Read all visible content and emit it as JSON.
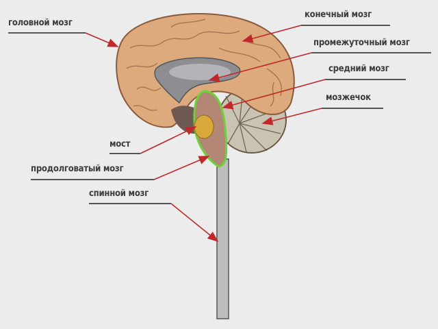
{
  "labels": {
    "brain": "головной мозг",
    "telencephalon": "конечный мозг",
    "diencephalon": "промежуточный мозг",
    "midbrain": "средний мозг",
    "cerebellum": "мозжечок",
    "pons": "мост",
    "medulla": "продолговатый мозг",
    "spinal_cord": "спинной мозг"
  },
  "colors": {
    "leader": "#c0282a",
    "underline": "#555555",
    "highlight": "#6fd13a"
  }
}
